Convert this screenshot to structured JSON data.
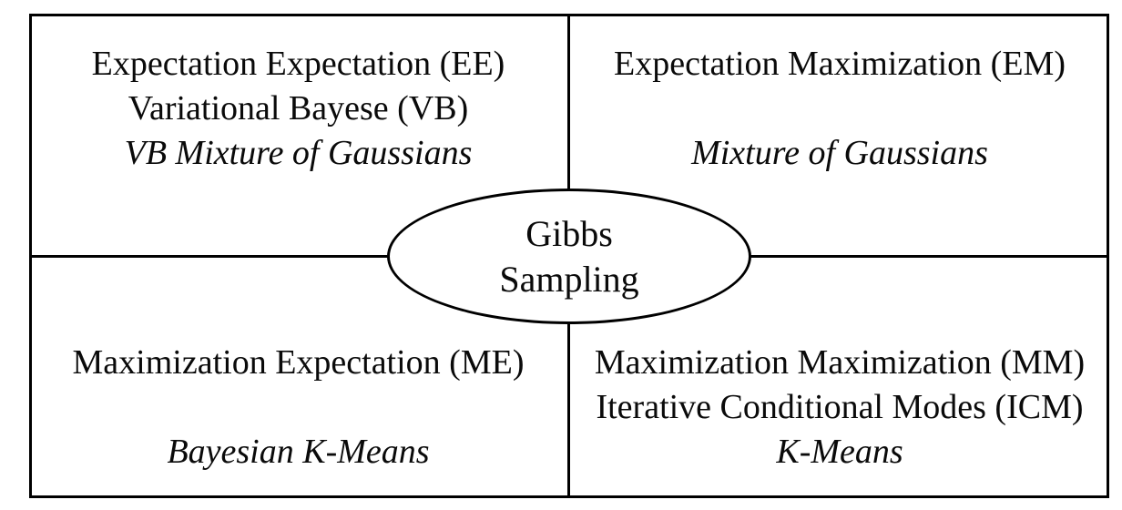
{
  "diagram": {
    "center_node": {
      "line1": "Gibbs",
      "line2": "Sampling"
    },
    "quadrants": {
      "top_left": {
        "line1": "Expectation Expectation (EE)",
        "line2": "Variational Bayese (VB)",
        "line3_italic": "VB Mixture of Gaussians"
      },
      "top_right": {
        "line1": "Expectation Maximization (EM)",
        "line2": "",
        "line3_italic": "Mixture of Gaussians"
      },
      "bottom_left": {
        "line1": "Maximization Expectation (ME)",
        "line2": "",
        "line3_italic": "Bayesian K-Means"
      },
      "bottom_right": {
        "line1": "Maximization Maximization (MM)",
        "line2": "Iterative Conditional Modes (ICM)",
        "line3_italic": "K-Means"
      }
    },
    "colors": {
      "stroke": "#000000",
      "background": "#ffffff",
      "text": "#0a0a0a"
    }
  }
}
